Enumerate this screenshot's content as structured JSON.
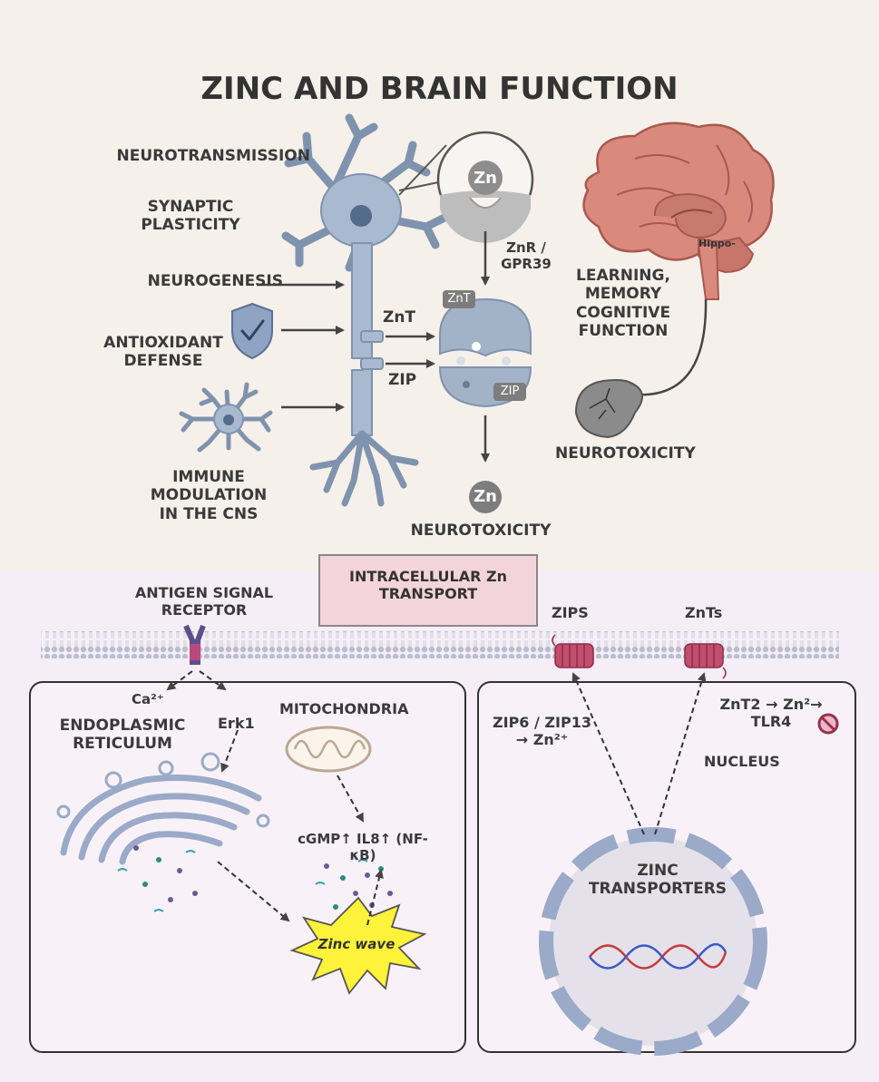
{
  "title": "ZINC AND BRAIN FUNCTION",
  "top": {
    "neurotransmission": "NEUROTRANSMISSION",
    "synaptic_plasticity": [
      "SYNAPTIC",
      "PLASTICITY"
    ],
    "neurogenesis": "NEUROGENESIS",
    "antioxidant_defense": [
      "ANTIOXIDANT",
      "DEFENSE"
    ],
    "immune_modulation": [
      "IMMUNE",
      "MODULATION",
      "IN THE CNS"
    ],
    "zn": "Zn",
    "znr_gpr39": [
      "ZnR /",
      "GPR39"
    ],
    "znt": "ZnT",
    "zip": "ZIP",
    "znt_badge": "ZnT",
    "zip_badge": "ZIP",
    "zn_bottom": "Zn",
    "neurotoxicity_center": "NEUROTOXICITY",
    "hippo": "Hippo-",
    "learning_memory": [
      "LEARNING,",
      "MEMORY",
      "COGNITIVE",
      "FUNCTION"
    ],
    "neurotoxicity_right": "NEUROTOXICITY"
  },
  "bottom": {
    "antigen_receptor": [
      "ANTIGEN SIGNAL",
      "RECEPTOR"
    ],
    "intracellular_box": [
      "INTRACELLULAR Zn",
      "TRANSPORT"
    ],
    "zips": "ZIPS",
    "znts": "ZnTs",
    "ca": "Ca²⁺",
    "er": [
      "ENDOPLASMIC",
      "RETICULUM"
    ],
    "erk1": "Erk1",
    "mitochondria": "MITOCHONDRIA",
    "cgmp": [
      "cGMP↑ IL8↑ (NF-",
      "κB)"
    ],
    "zinc_wave": "Zinc wave",
    "zip6_zip13": [
      "ZIP6 / ZIP13",
      "→ Zn²⁺"
    ],
    "znt2_tlr4": [
      "ZnT2 → Zn²→",
      "TLR4"
    ],
    "nucleus": "NUCLEUS",
    "zinc_transporters": [
      "ZINC",
      "TRANSPORTERS"
    ]
  }
}
